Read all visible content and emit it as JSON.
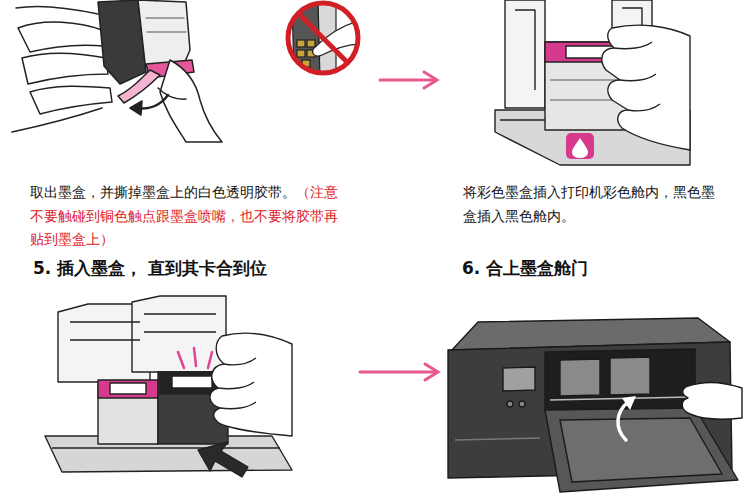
{
  "diagram": {
    "labels": [
      "取出墨盒，并撕掉墨盒上的白色透明胶带。",
      "（注意不要触碰到铜色触点跟墨盒喷嘴，也不要将胶带再贴到墨盒上）",
      "将彩色墨盒插入打印机彩色舱内，黑色墨盒插入黑色舱内。",
      "5. 插入墨盒， 直到其卡合到位",
      "6. 合上墨盒舱门"
    ]
  }
}
